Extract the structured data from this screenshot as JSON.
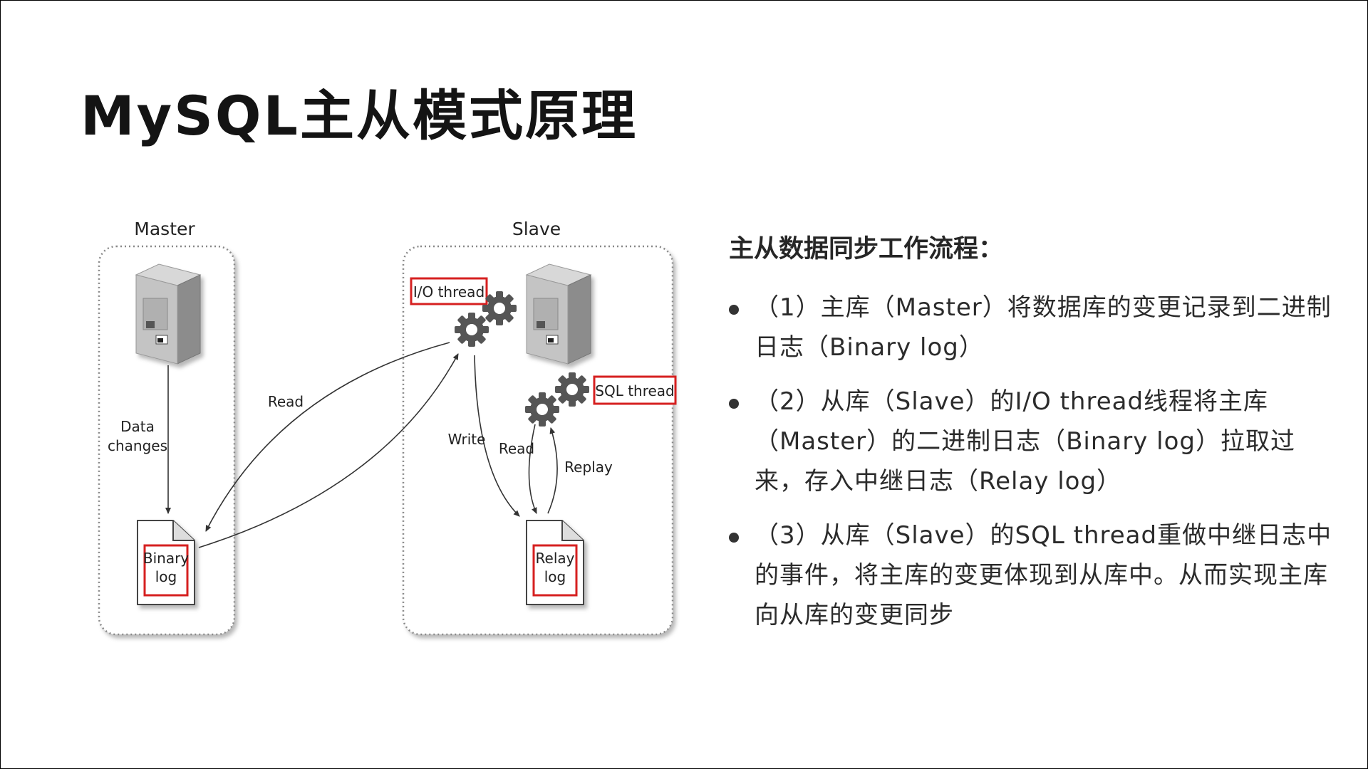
{
  "slide": {
    "title": "MySQL主从模式原理"
  },
  "diagram": {
    "master_label": "Master",
    "slave_label": "Slave",
    "data_changes_line1": "Data",
    "data_changes_line2": "changes",
    "binary_log_line1": "Binary",
    "binary_log_line2": "log",
    "relay_log_line1": "Relay",
    "relay_log_line2": "log",
    "io_thread_label": "I/O thread",
    "sql_thread_label": "SQL thread",
    "read_label": "Read",
    "write_label": "Write",
    "slave_read_label": "Read",
    "replay_label": "Replay",
    "colors": {
      "highlight_box": "#d62020",
      "gear": "#555555",
      "arrow": "#333333"
    },
    "icons": [
      "server-icon",
      "gear-icon",
      "document-icon"
    ]
  },
  "panel": {
    "heading": "主从数据同步工作流程：",
    "steps": [
      "（1）主库（Master）将数据库的变更记录到二进制日志（Binary log）",
      "（2）从库（Slave）的I/O thread线程将主库（Master）的二进制日志（Binary log）拉取过来，存入中继日志（Relay log）",
      "（3）从库（Slave）的SQL thread重做中继日志中的事件，将主库的变更体现到从库中。从而实现主库向从库的变更同步"
    ]
  }
}
